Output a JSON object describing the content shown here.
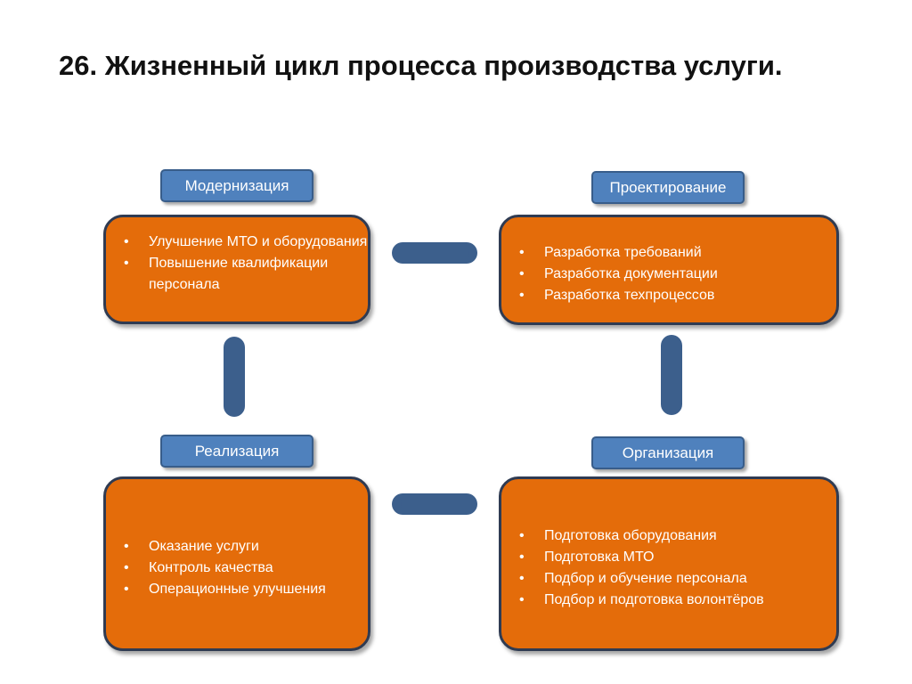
{
  "title": "26. Жизненный цикл процесса производства услуги.",
  "stages": {
    "modernization": {
      "label": "Модернизация",
      "items": [
        "Улучшение МТО и оборудования",
        "Повышение квалификации персонала"
      ]
    },
    "design": {
      "label": "Проектирование",
      "items": [
        "Разработка требований",
        "Разработка документации",
        "Разработка техпроцессов"
      ]
    },
    "organization": {
      "label": "Организация",
      "items": [
        "Подготовка оборудования",
        "Подготовка МТО",
        "Подбор и обучение персонала",
        "Подбор и подготовка волонтёров"
      ]
    },
    "realization": {
      "label": "Реализация",
      "items": [
        "Оказание услуги",
        "Контроль качества",
        "Операционные улучшения"
      ]
    }
  },
  "colors": {
    "box_fill": "#e46c0a",
    "box_border": "#2f3b52",
    "label_fill": "#4f81bd",
    "arrow": "#3c5f8c"
  }
}
